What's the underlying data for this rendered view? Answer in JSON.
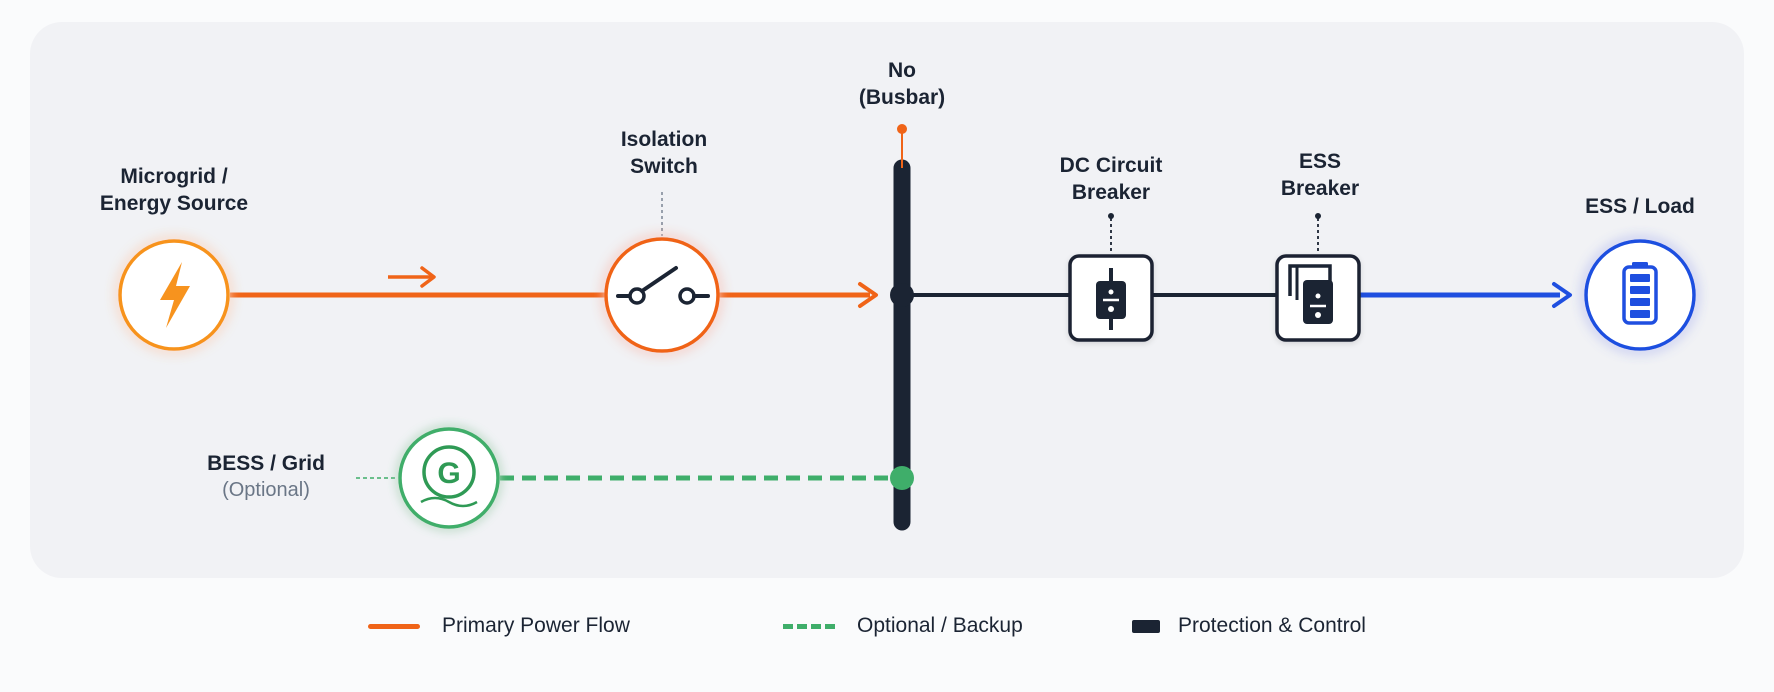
{
  "nodes": {
    "source": {
      "line1": "Microgrid /",
      "line2": "Energy Source",
      "icon": "lightning-bolt-icon"
    },
    "isolation_switch": {
      "line1": "Isolation",
      "line2": "Switch",
      "icon": "switch-icon"
    },
    "busbar": {
      "line1": "No",
      "line2": "(Busbar)"
    },
    "dc_breaker": {
      "line1": "DC Circuit",
      "line2": "Breaker",
      "icon": "breaker-icon"
    },
    "ess_breaker": {
      "line1": "ESS",
      "line2": "Breaker",
      "icon": "breaker-icon"
    },
    "ess_load": {
      "line1": "ESS / Load",
      "icon": "battery-icon"
    },
    "bess_grid": {
      "line1": "BESS / Grid",
      "line2": "(Optional)",
      "icon_letter": "G"
    }
  },
  "legend": {
    "primary": "Primary Power Flow",
    "backup": "Optional / Backup",
    "protection": "Protection & Control"
  },
  "colors": {
    "primary": "#f06418",
    "backup": "#3fae6a",
    "protection": "#1b2433",
    "load": "#1f4fe0"
  }
}
